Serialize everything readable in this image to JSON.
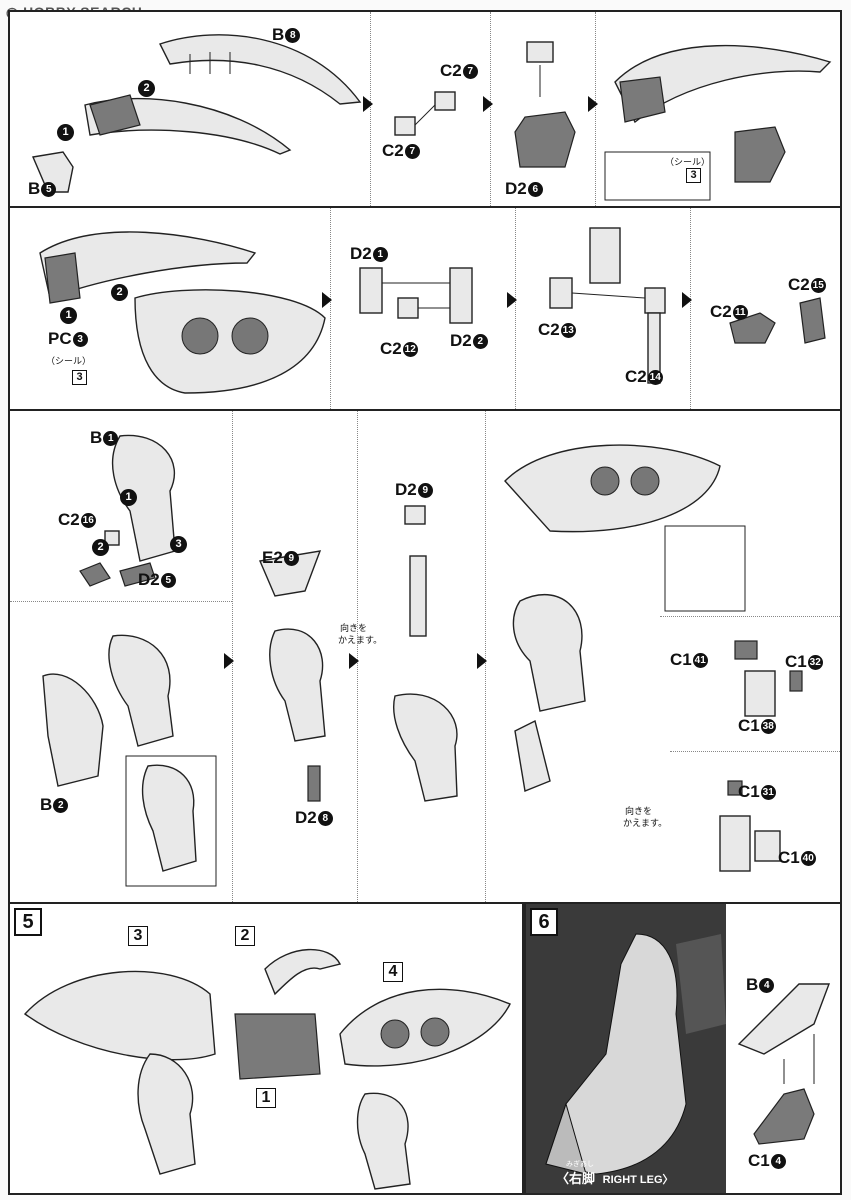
{
  "watermark": "HOBBY SEARCH",
  "step_markers": {
    "n1": "1",
    "n2": "2",
    "n3": "3"
  },
  "row1": {
    "b8": "B",
    "b8n": "8",
    "b5": "B",
    "b5n": "5",
    "c27a": "C2",
    "c27an": "7",
    "c27b": "C2",
    "c27bn": "7",
    "d26": "D2",
    "d26n": "6",
    "sticker_label": "（シール）",
    "sticker_num": "3"
  },
  "row2": {
    "pc3": "PC",
    "pc3n": "3",
    "sticker_label": "（シール）",
    "sticker_num": "3",
    "d21": "D2",
    "d21n": "1",
    "c212": "C2",
    "c212n": "12",
    "d22": "D2",
    "d22n": "2",
    "c213": "C2",
    "c213n": "13",
    "c214": "C2",
    "c214n": "14",
    "c211": "C2",
    "c211n": "11",
    "c215": "C2",
    "c215n": "15"
  },
  "row3": {
    "b1": "B",
    "b1n": "1",
    "c216": "C2",
    "c216n": "16",
    "d25": "D2",
    "d25n": "5",
    "b2": "B",
    "b2n": "2",
    "e29": "E2",
    "e29n": "9",
    "d28": "D2",
    "d28n": "8",
    "d29": "D2",
    "d29n": "9",
    "note_turn_a_1": "向きを",
    "note_turn_a_2": "かえます。",
    "note_turn_b_1": "向きを",
    "note_turn_b_2": "かえます。",
    "c141": "C1",
    "c141n": "41",
    "c132": "C1",
    "c132n": "32",
    "c138": "C1",
    "c138n": "38",
    "c131": "C1",
    "c131n": "31",
    "c140": "C1",
    "c140n": "40"
  },
  "step5": {
    "number": "5",
    "sub1": "1",
    "sub2": "2",
    "sub3": "3",
    "sub4": "4"
  },
  "step6": {
    "number": "6",
    "caption_jp": "〈右脚",
    "caption_en": "RIGHT LEG〉",
    "caption_ruby": "みぎあし",
    "b4": "B",
    "b4n": "4",
    "c14": "C1",
    "c14n": "4"
  }
}
